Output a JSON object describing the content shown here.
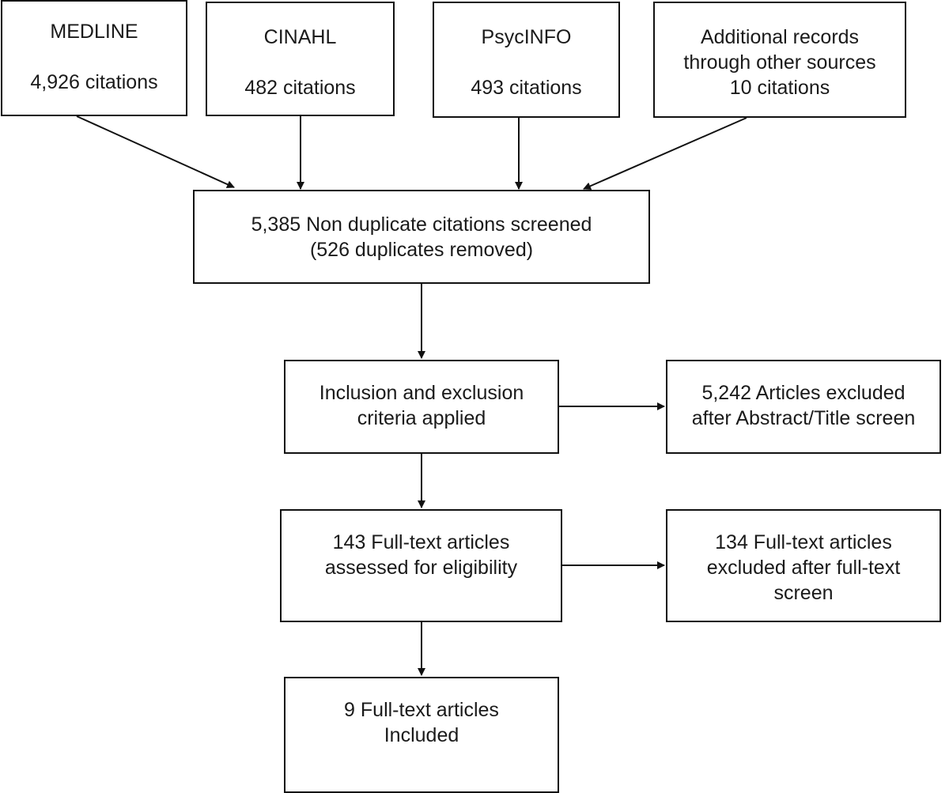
{
  "sources": [
    {
      "name": "MEDLINE",
      "count": "4,926 citations"
    },
    {
      "name": "CINAHL",
      "count": "482 citations"
    },
    {
      "name": "PsycINFO",
      "count": "493 citations"
    },
    {
      "name_line1": "Additional records",
      "name_line2": "through other sources",
      "count": "10 citations"
    }
  ],
  "screened": {
    "line1": "5,385 Non duplicate citations screened",
    "line2": "(526 duplicates removed)"
  },
  "criteria": {
    "line1": "Inclusion and exclusion",
    "line2": "criteria applied"
  },
  "excluded_abstract": {
    "line1": "5,242 Articles excluded",
    "line2": "after Abstract/Title screen"
  },
  "fulltext_assessed": {
    "line1": "143 Full-text articles",
    "line2": "assessed for eligibility"
  },
  "excluded_fulltext": {
    "line1": "134 Full-text articles",
    "line2": "excluded after full-text",
    "line3": "screen"
  },
  "included": {
    "line1": "9 Full-text articles",
    "line2": "Included"
  }
}
